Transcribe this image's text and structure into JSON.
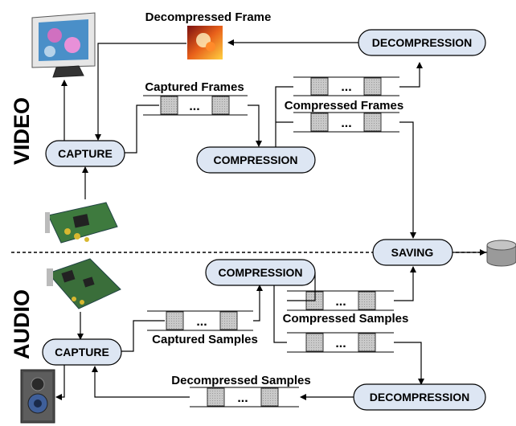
{
  "sections": {
    "video": "VIDEO",
    "audio": "AUDIO"
  },
  "labels": {
    "decompressed_frame": "Decompressed Frame",
    "captured_frames": "Captured Frames",
    "compressed_frames": "Compressed Frames",
    "captured_samples": "Captured Samples",
    "compressed_samples": "Compressed Samples",
    "decompressed_samples": "Decompressed Samples"
  },
  "nodes": {
    "video_capture": "CAPTURE",
    "video_compression": "COMPRESSION",
    "video_decompression": "DECOMPRESSION",
    "saving": "SAVING",
    "audio_capture": "CAPTURE",
    "audio_compression": "COMPRESSION",
    "audio_decompression": "DECOMPRESSION"
  },
  "buffer_ellipsis": "...",
  "colors": {
    "node_fill": "#dde6f3",
    "buffer_cell": "#cfcfcf",
    "line": "#000000"
  },
  "icons": [
    "monitor-icon",
    "flower-image-icon",
    "video-capture-card-icon",
    "audio-sound-card-icon",
    "speaker-icon",
    "disk-storage-icon"
  ]
}
